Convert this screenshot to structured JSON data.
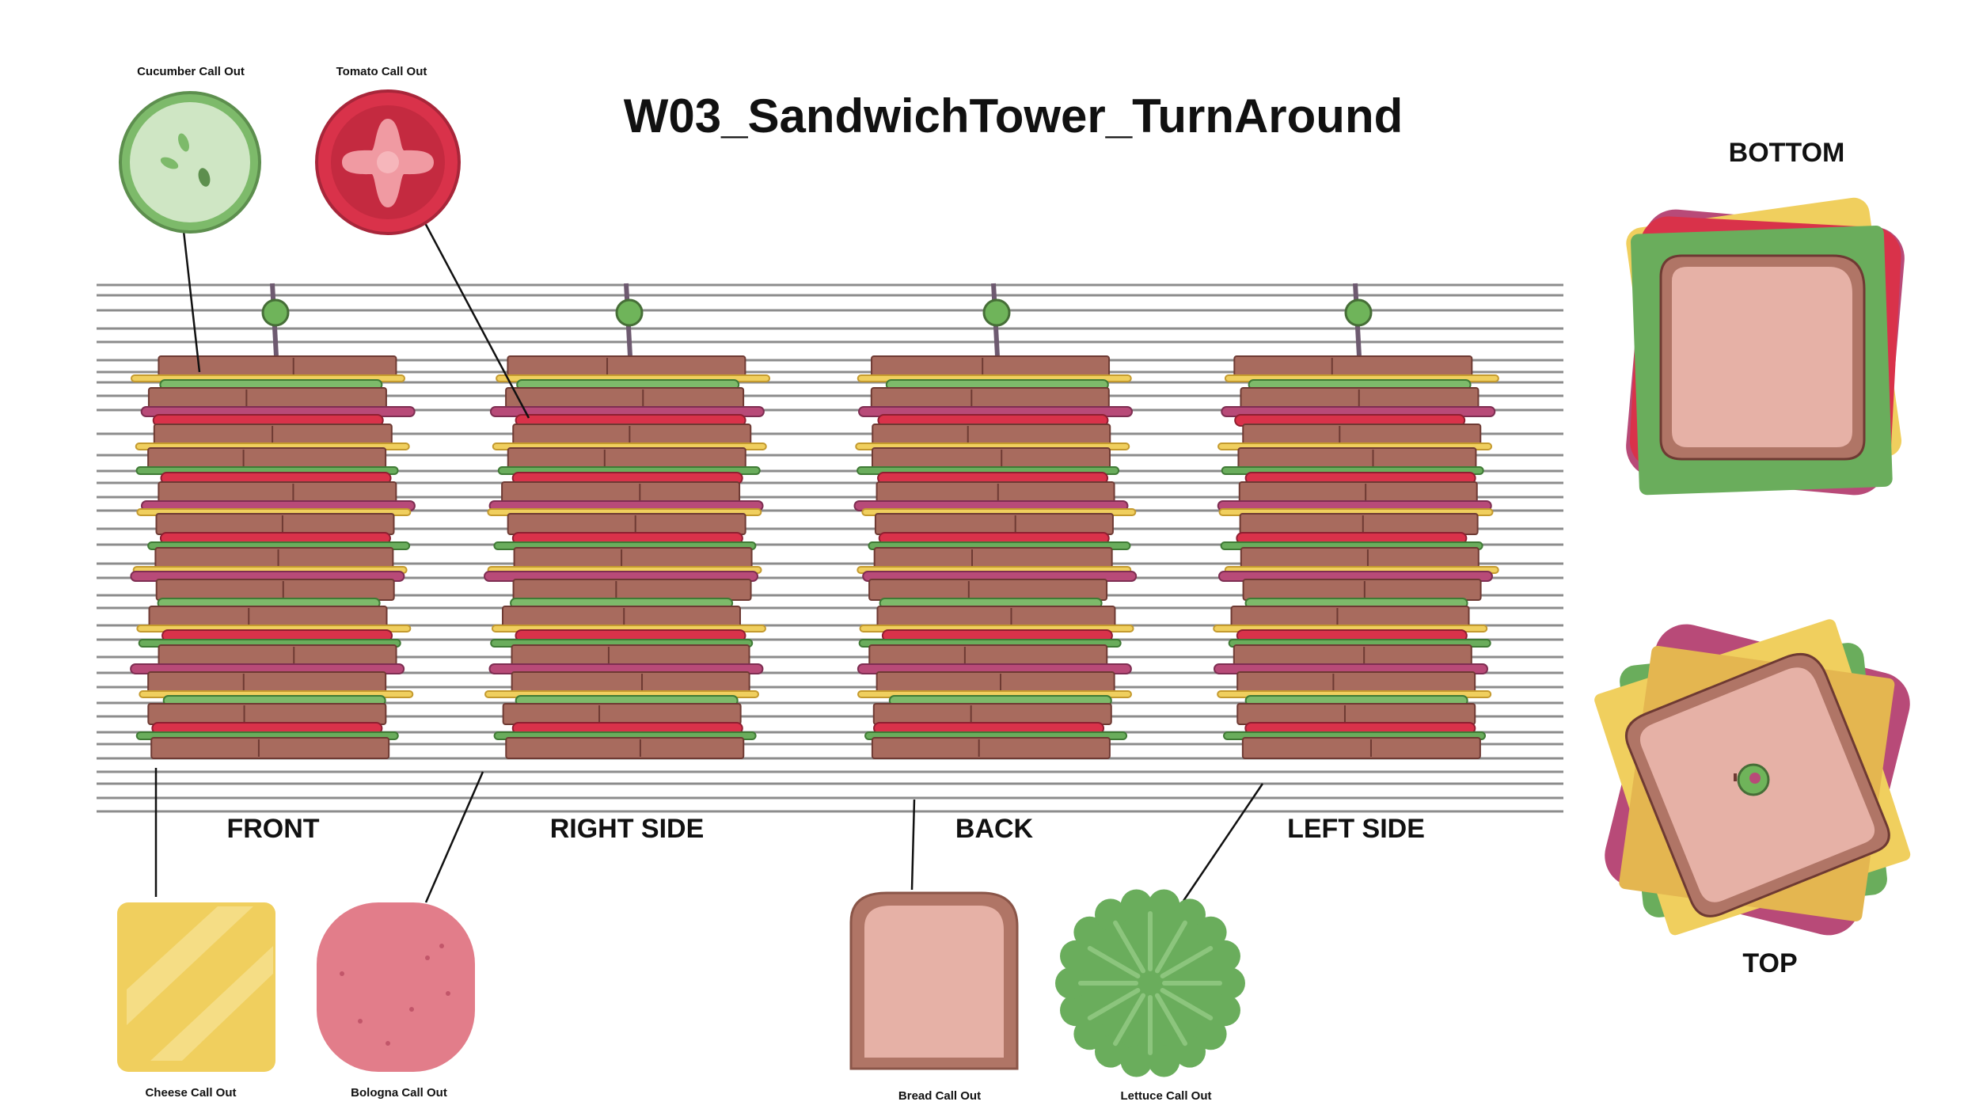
{
  "title": "W03_SandwichTower_TurnAround",
  "views": {
    "front": "FRONT",
    "right_side": "RIGHT SIDE",
    "back": "BACK",
    "left_side": "LEFT SIDE",
    "bottom": "BOTTOM",
    "top": "TOP"
  },
  "callouts": {
    "cucumber": "Cucumber Call Out",
    "tomato": "Tomato Call Out",
    "cheese": "Cheese Call Out",
    "bologna": "Bologna Call Out",
    "bread": "Bread Call Out",
    "lettuce": "Lettuce Call Out"
  },
  "colors": {
    "bread_crust": "#a86b5e",
    "bread_slice": "#e6b1a6",
    "bread_outline": "#6e3a33",
    "tomato": "#d9324a",
    "cucumber": "#7dba6a",
    "cucumber_flesh": "#cfe6c4",
    "cheese": "#f0cf5e",
    "bologna": "#e27d8a",
    "salami": "#b84a78",
    "lettuce": "#6aad5c",
    "olive": "#6fb45a",
    "guide_line": "#8c8c8c"
  }
}
